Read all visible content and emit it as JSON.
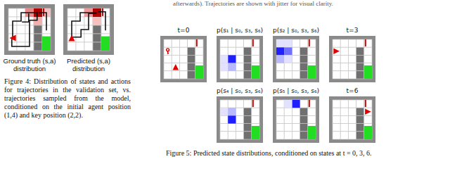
{
  "diagram": {
    "nodes": [
      {
        "text": [
          "Ground truth (s,a) distribution"
        ]
      },
      {
        "text": [
          "Predicted (s,a) distribution"
        ]
      },
      {
        "text": [
          "t=0"
        ]
      },
      {
        "text": [
          "p(s₁ | s₀, s₃, s₆)"
        ]
      },
      {
        "text": [
          "p(s₂ | s₀, s₃, s₆)"
        ]
      },
      {
        "text": [
          "t=3"
        ]
      },
      {
        "text": [
          "p(s₄ | s₀, s₃, s₆)"
        ]
      },
      {
        "text": [
          "p(s₅ | s₀, s₃, s₆)"
        ]
      },
      {
        "text": [
          "t=6"
        ]
      }
    ],
    "labels": [
      "afterwards). Trajectories are shown with jitter for visual clarity.",
      "Figure 4: Distribution of states and actions for trajectories in the validation set, vs. trajectories sampled from the model, conditioned on the initial agent position (1,4) and key position (2,2).",
      "Figure 5: Predicted state distributions, conditioned on states at t = 0, 3, 6."
    ]
  }
}
